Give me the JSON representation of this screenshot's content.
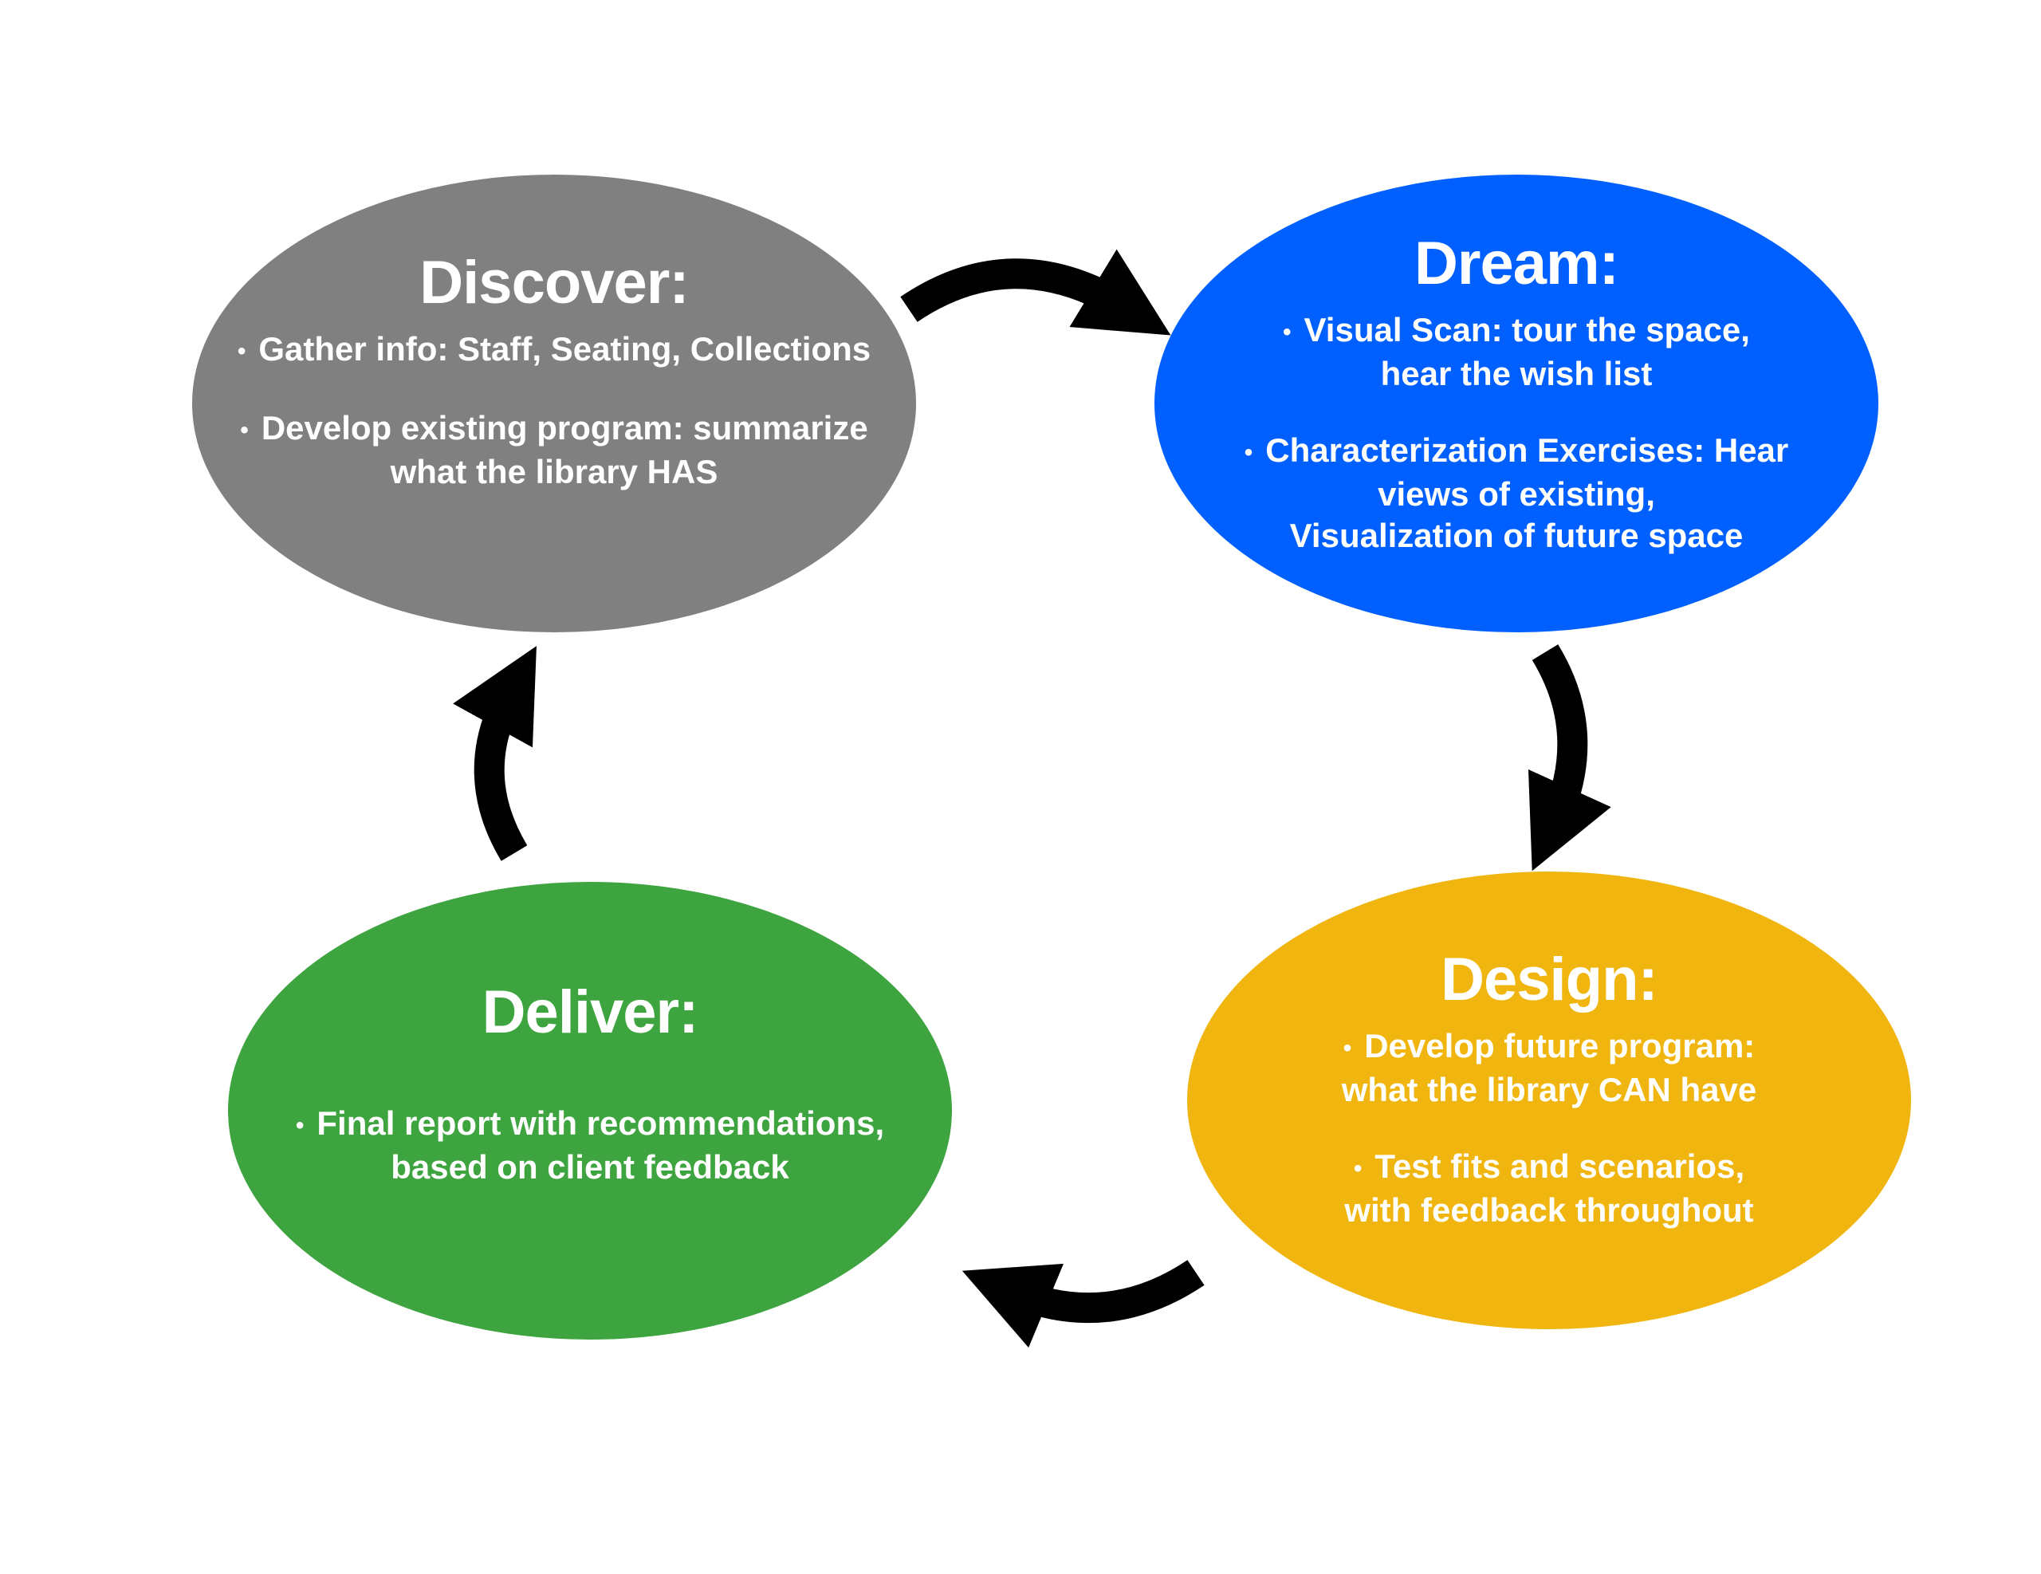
{
  "colors": {
    "discover": "#808080",
    "dream": "#0060FF",
    "design": "#F0B50F",
    "deliver": "#3DA43F",
    "arrow": "#000000"
  },
  "phases": [
    {
      "id": "discover",
      "title": "Discover:",
      "bullets": [
        [
          "Gather info: Staff, Seating, Collections"
        ],
        [
          "Develop existing program: summarize",
          "what the library HAS"
        ]
      ]
    },
    {
      "id": "dream",
      "title": "Dream:",
      "bullets": [
        [
          "Visual Scan: tour the space,",
          "hear the wish list"
        ],
        [
          "Characterization Exercises: Hear",
          "views of existing,",
          "Visualization of future space"
        ]
      ]
    },
    {
      "id": "design",
      "title": "Design:",
      "bullets": [
        [
          "Develop future program:",
          "what the library CAN have"
        ],
        [
          "Test fits and scenarios,",
          "with feedback throughout"
        ]
      ]
    },
    {
      "id": "deliver",
      "title": "Deliver:",
      "bullets": [
        [
          "Final report with recommendations,",
          "based on client feedback"
        ]
      ]
    }
  ],
  "bullet_glyph": "•",
  "flow": [
    "discover",
    "dream",
    "design",
    "deliver",
    "discover"
  ]
}
